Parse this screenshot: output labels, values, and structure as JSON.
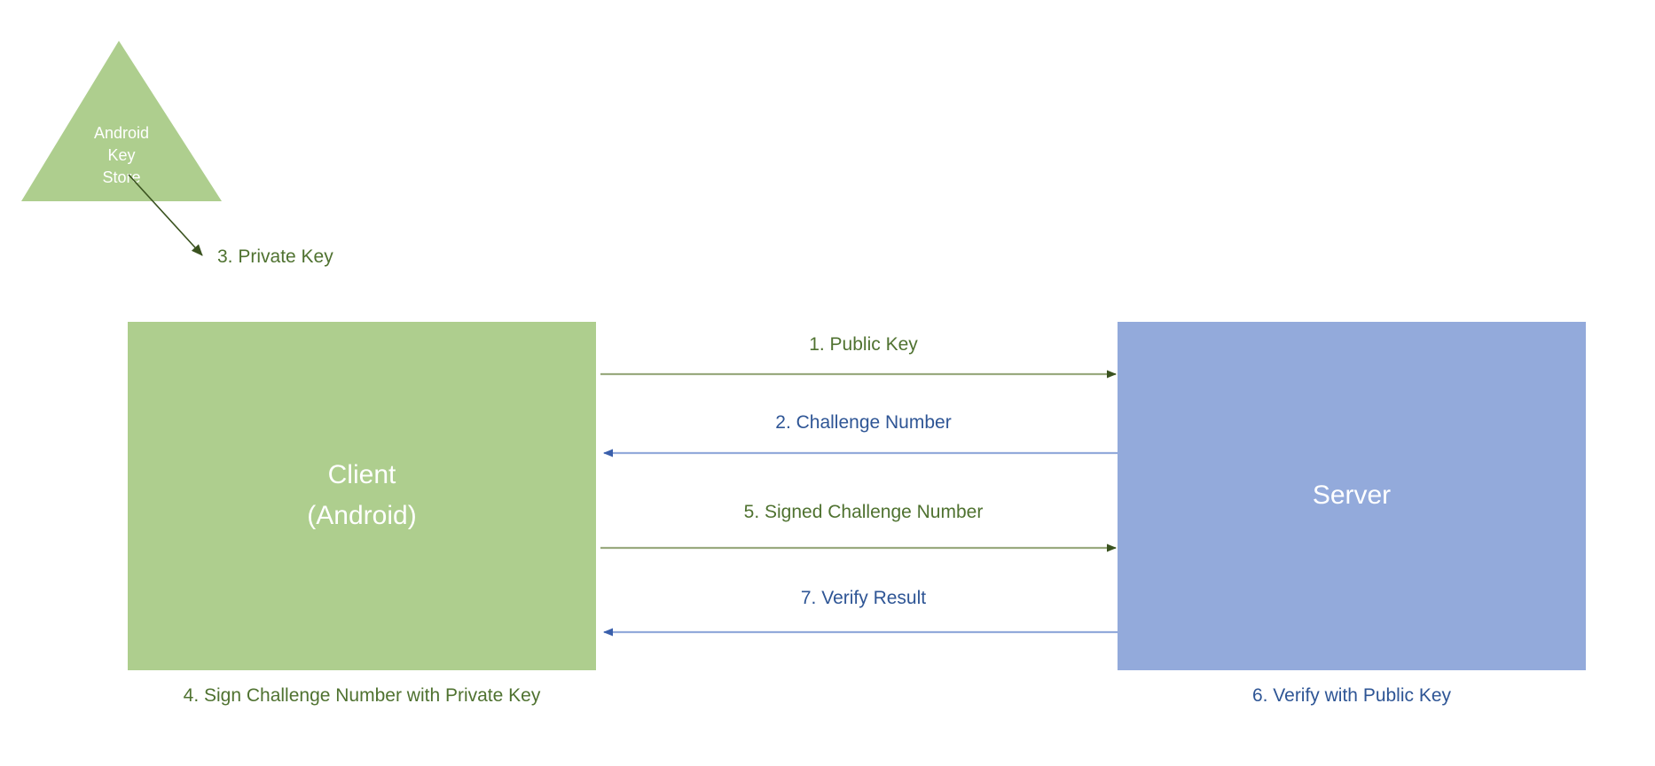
{
  "diagram": {
    "title": "Android Key Store Challenge-Response Authentication Flow",
    "colors": {
      "client_fill": "#AECE8E",
      "server_fill": "#93AADB",
      "keystore_fill": "#AECE8E",
      "green_text": "#4F7230",
      "blue_text": "#2E5595",
      "green_arrow_line": "#9AAA7F",
      "green_arrow_head": "#3A521F",
      "blue_arrow_line": "#93AADB",
      "blue_arrow_head": "#3A5FAB",
      "private_key_arrow": "#3A521F",
      "background": "#FFFFFF"
    },
    "nodes": {
      "keystore": {
        "name": "keystore-triangle",
        "label": "Android\nKey\nStore",
        "shape": "triangle"
      },
      "client": {
        "name": "client-box",
        "label": "Client\n(Android)",
        "shape": "rectangle"
      },
      "server": {
        "name": "server-box",
        "label": "Server",
        "shape": "rectangle"
      }
    },
    "flows": [
      {
        "step": 1,
        "label": "1. Public Key",
        "direction": "client-to-server",
        "color": "green"
      },
      {
        "step": 2,
        "label": "2. Challenge Number",
        "direction": "server-to-client",
        "color": "blue"
      },
      {
        "step": 3,
        "label": "3. Private Key",
        "direction": "keystore-to-client",
        "color": "green"
      },
      {
        "step": 5,
        "label": "5. Signed Challenge Number",
        "direction": "client-to-server",
        "color": "green"
      },
      {
        "step": 7,
        "label": "7. Verify Result",
        "direction": "server-to-client",
        "color": "blue"
      }
    ],
    "captions": {
      "client": "4. Sign Challenge Number with Private Key",
      "server": "6. Verify with Public Key"
    }
  }
}
